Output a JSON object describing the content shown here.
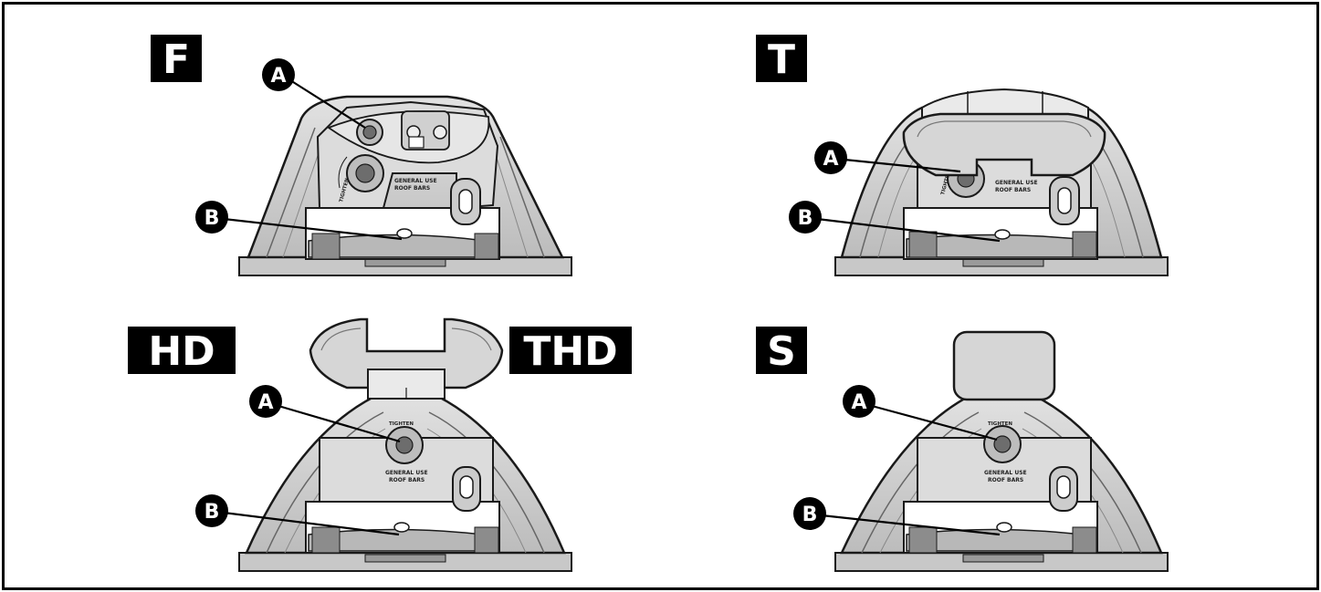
{
  "panels": [
    {
      "id": "f",
      "label": "F",
      "callouts": [
        "A",
        "B"
      ],
      "text_tighten": "TIGHTEN",
      "text_bars_1": "GENERAL USE",
      "text_bars_2": "ROOF BARS"
    },
    {
      "id": "t",
      "label": "T",
      "callouts": [
        "A",
        "B"
      ],
      "text_tighten": "TIGHTEN",
      "text_bars_1": "GENERAL USE",
      "text_bars_2": "ROOF BARS"
    },
    {
      "id": "hd",
      "label": "HD",
      "label2": "THD",
      "callouts": [
        "A",
        "B"
      ],
      "text_tighten": "TIGHTEN",
      "text_bars_1": "GENERAL USE",
      "text_bars_2": "ROOF BARS"
    },
    {
      "id": "s",
      "label": "S",
      "callouts": [
        "A",
        "B"
      ],
      "text_tighten": "TIGHTEN",
      "text_bars_1": "GENERAL USE",
      "text_bars_2": "ROOF BARS"
    }
  ],
  "colors": {
    "body": "#d3d3d3",
    "shade": "#a8a8a8",
    "dark": "#5a5a5a",
    "outline": "#1a1a1a",
    "badge": "#000000"
  }
}
